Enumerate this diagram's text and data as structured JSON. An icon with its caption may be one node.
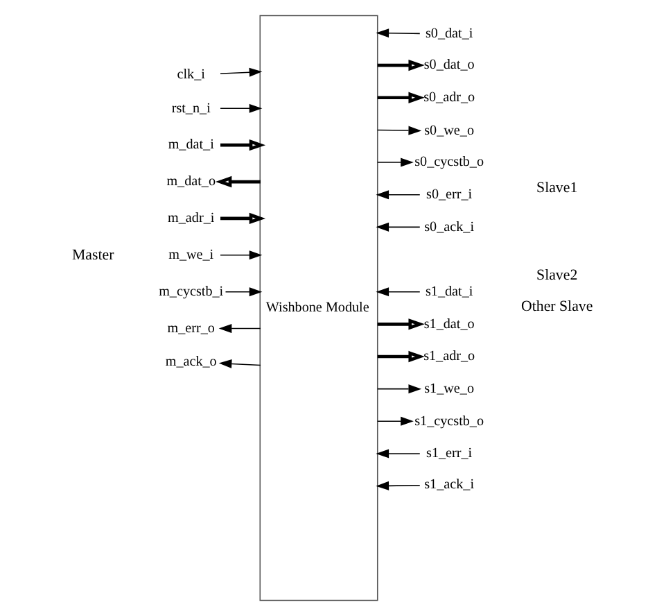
{
  "diagram": {
    "nodes": [
      {
        "text": [
          "clk_i"
        ]
      },
      {
        "text": [
          "rst_n_i"
        ]
      },
      {
        "text": [
          "m_dat_i"
        ]
      },
      {
        "text": [
          "m_dat_o"
        ]
      },
      {
        "text": [
          "m_adr_i"
        ]
      },
      {
        "text": [
          "m_we_i"
        ]
      },
      {
        "text": [
          "m_cycstb_i"
        ]
      },
      {
        "text": [
          "m_err_o"
        ]
      },
      {
        "text": [
          "m_ack_o"
        ]
      },
      {
        "text": [
          "Wishbone Module"
        ]
      },
      {
        "text": [
          "s0_dat_i"
        ]
      },
      {
        "text": [
          "s0_dat_o"
        ]
      },
      {
        "text": [
          "s0_adr_o"
        ]
      },
      {
        "text": [
          "s0_we_o"
        ]
      },
      {
        "text": [
          "s0_cycstb_o"
        ]
      },
      {
        "text": [
          "s0_err_i"
        ]
      },
      {
        "text": [
          "s0_ack_i"
        ]
      },
      {
        "text": [
          "s1_dat_i"
        ]
      },
      {
        "text": [
          "s1_dat_o"
        ]
      },
      {
        "text": [
          "s1_adr_o"
        ]
      },
      {
        "text": [
          "s1_we_o"
        ]
      },
      {
        "text": [
          "s1_cycstb_o"
        ]
      },
      {
        "text": [
          "s1_err_i"
        ]
      },
      {
        "text": [
          "s1_ack_i"
        ]
      }
    ],
    "edges": [
      {
        "from": 0,
        "to": 9,
        "arrow": "to"
      },
      {
        "from": 1,
        "to": 9,
        "arrow": "to"
      },
      {
        "from": 2,
        "to": 9,
        "arrow": "to",
        "style": "thick"
      },
      {
        "from": 9,
        "to": 3,
        "arrow": "to",
        "style": "thick"
      },
      {
        "from": 4,
        "to": 9,
        "arrow": "to",
        "style": "thick"
      },
      {
        "from": 5,
        "to": 9,
        "arrow": "to"
      },
      {
        "from": 6,
        "to": 9,
        "arrow": "to"
      },
      {
        "from": 9,
        "to": 7,
        "arrow": "to"
      },
      {
        "from": 9,
        "to": 8,
        "arrow": "to"
      },
      {
        "from": 10,
        "to": 9,
        "arrow": "to"
      },
      {
        "from": 9,
        "to": 11,
        "arrow": "to",
        "style": "thick"
      },
      {
        "from": 9,
        "to": 12,
        "arrow": "to",
        "style": "thick"
      },
      {
        "from": 9,
        "to": 13,
        "arrow": "to"
      },
      {
        "from": 9,
        "to": 14,
        "arrow": "to"
      },
      {
        "from": 15,
        "to": 9,
        "arrow": "to"
      },
      {
        "from": 16,
        "to": 9,
        "arrow": "to"
      },
      {
        "from": 17,
        "to": 9,
        "arrow": "to"
      },
      {
        "from": 9,
        "to": 18,
        "arrow": "to",
        "style": "thick"
      },
      {
        "from": 9,
        "to": 19,
        "arrow": "to",
        "style": "thick"
      },
      {
        "from": 9,
        "to": 20,
        "arrow": "to"
      },
      {
        "from": 9,
        "to": 21,
        "arrow": "to"
      },
      {
        "from": 22,
        "to": 9,
        "arrow": "to"
      },
      {
        "from": 23,
        "to": 9,
        "arrow": "to"
      }
    ],
    "labels": [
      "Master",
      "Slave1",
      "Slave2",
      "Other Slave"
    ]
  }
}
